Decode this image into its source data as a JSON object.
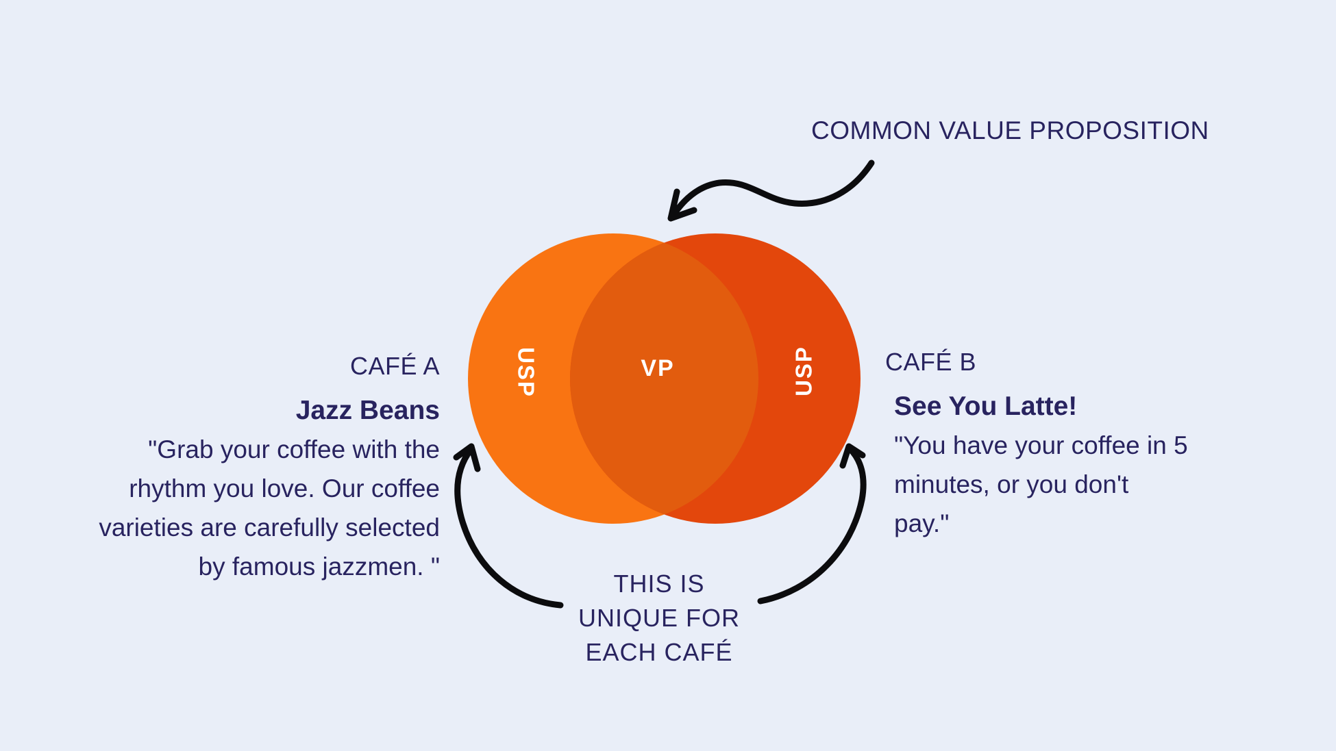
{
  "title": "COMMON VALUE PROPOSITION",
  "colors": {
    "background": "#E9EEF8",
    "text": "#28235F",
    "circle_left": "#F97412",
    "circle_right": "#E3470C",
    "overlap": "#E25C0E",
    "arrow": "#0C0C0E",
    "label_white": "#FFFFFF"
  },
  "venn": {
    "left_circle_label": "USP",
    "right_circle_label": "USP",
    "overlap_label": "VP"
  },
  "cafe_a": {
    "label": "CAFÉ A",
    "name": "Jazz Beans",
    "quote_lines": [
      "\"Grab your coffee with the",
      "rhythm you love. Our coffee",
      "varieties are carefully selected",
      "by famous jazzmen. \""
    ]
  },
  "cafe_b": {
    "label": "CAFÉ B",
    "name": "See You Latte!",
    "quote_lines": [
      "\"You have your coffee in 5",
      "minutes, or you don't",
      "pay.\""
    ]
  },
  "bottom_note": {
    "lines": [
      "THIS IS",
      "UNIQUE FOR",
      "EACH CAFÉ"
    ]
  },
  "arrows": {
    "top": "hand-drawn-arrow-pointing-to-overlap",
    "bottom_left": "hand-drawn-arrow-pointing-to-left-circle",
    "bottom_right": "hand-drawn-arrow-pointing-to-right-circle"
  }
}
